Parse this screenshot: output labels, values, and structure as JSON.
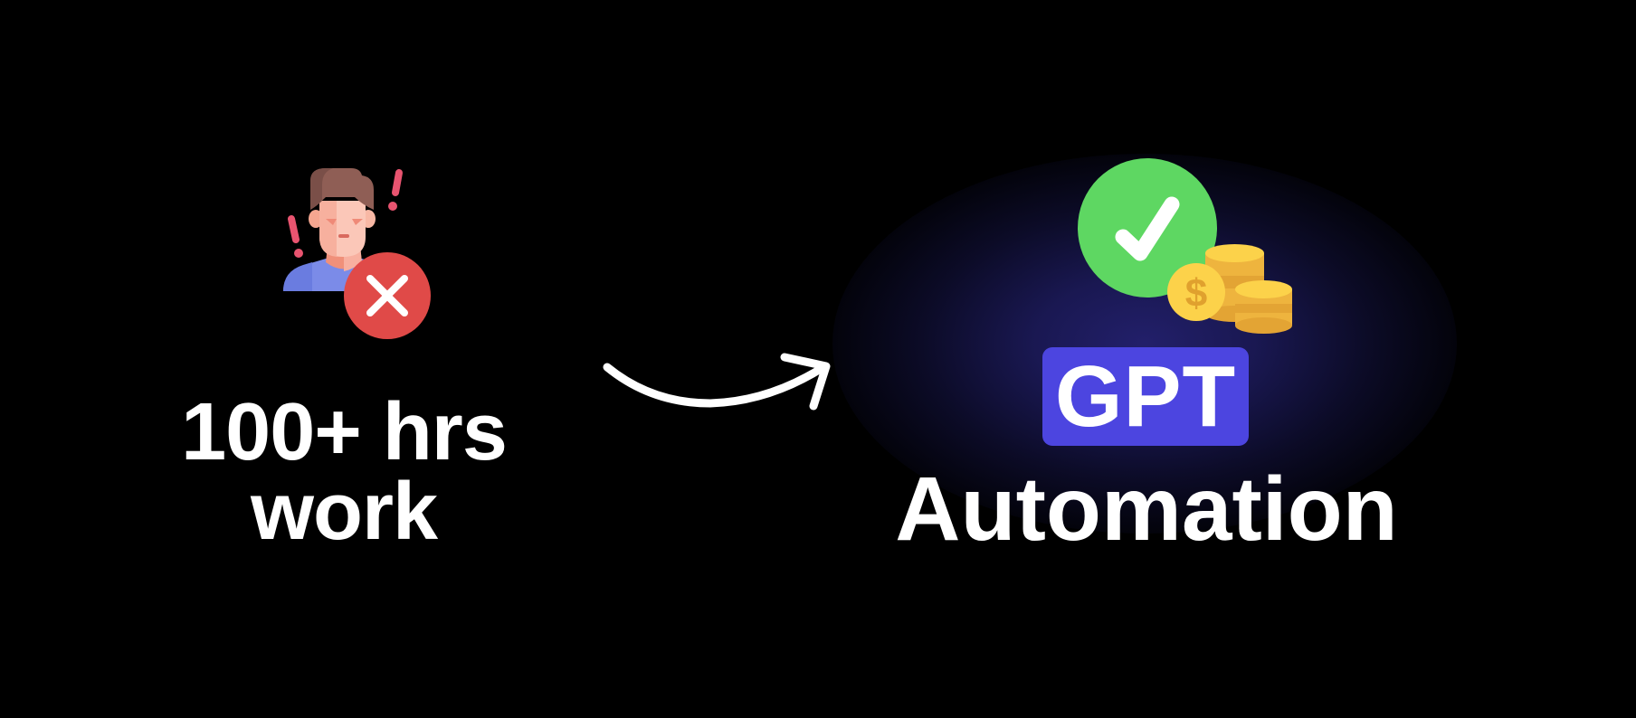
{
  "left": {
    "line1": "100+ hrs",
    "line2": "work",
    "icon": "frustrated-person-with-x-icon"
  },
  "arrow": {
    "icon": "curved-arrow-right-icon"
  },
  "right": {
    "badge": "GPT",
    "title": "Automation",
    "icon": "checkmark-with-coins-icon"
  },
  "colors": {
    "background": "#000000",
    "glow": "#221f6a",
    "badge": "#4c45e0",
    "text": "#ffffff",
    "check_green": "#5ed762",
    "x_red": "#e04a48",
    "coin_gold": "#f6c244",
    "exclamation": "#e95470"
  }
}
